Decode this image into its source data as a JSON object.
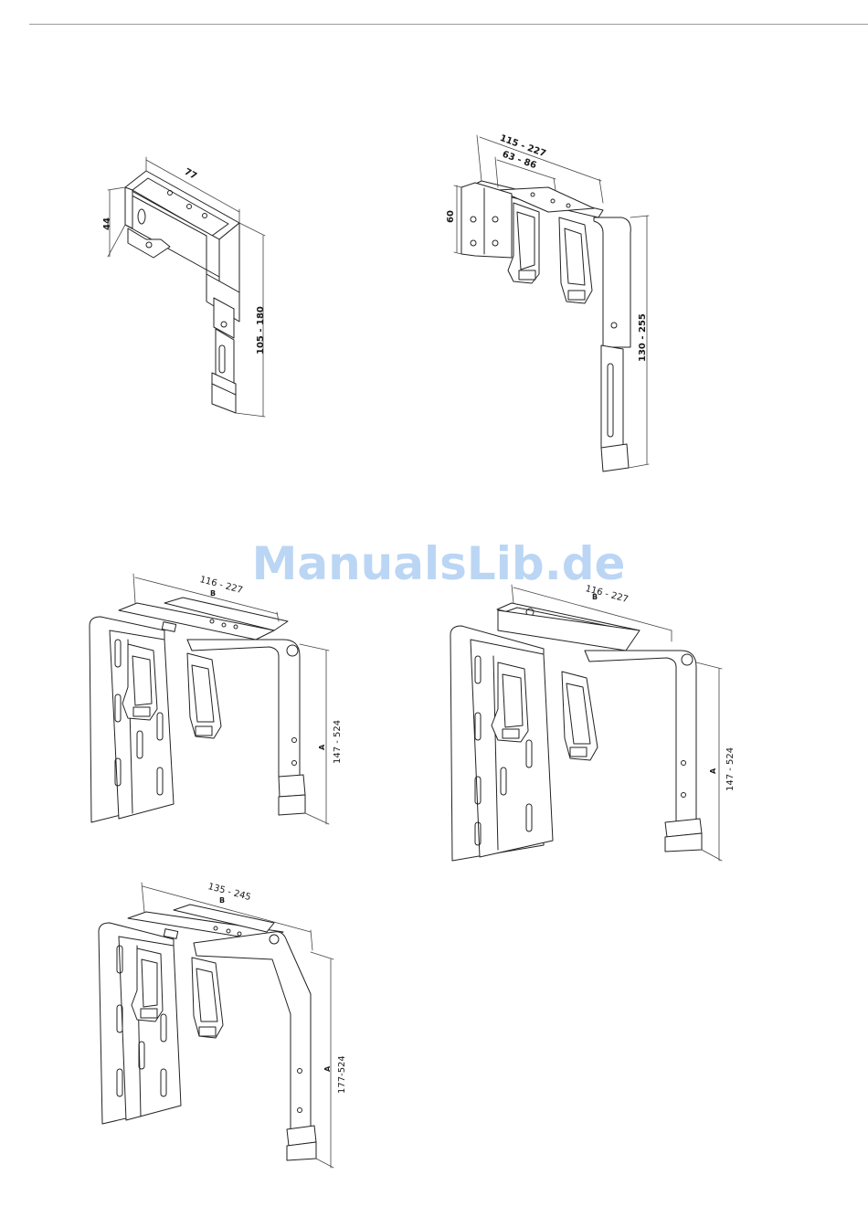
{
  "watermark": "ManualsLib.de",
  "figures": {
    "bracket_1": {
      "width": "77",
      "height": "44",
      "length": "105 - 180"
    },
    "bracket_2": {
      "width_outer": "115 - 227",
      "width_inner": "63 - 86",
      "height": "60",
      "length": "130 - 255"
    },
    "bracket_3": {
      "width": "116 - 227",
      "width_label": "B",
      "length_label": "A",
      "length": "147 - 524"
    },
    "bracket_4": {
      "width": "116 - 227",
      "width_label": "B",
      "length_label": "A",
      "length": "147 - 524"
    },
    "bracket_5": {
      "width": "135 - 245",
      "width_label": "B",
      "length_label": "A",
      "length": "177-524"
    }
  }
}
